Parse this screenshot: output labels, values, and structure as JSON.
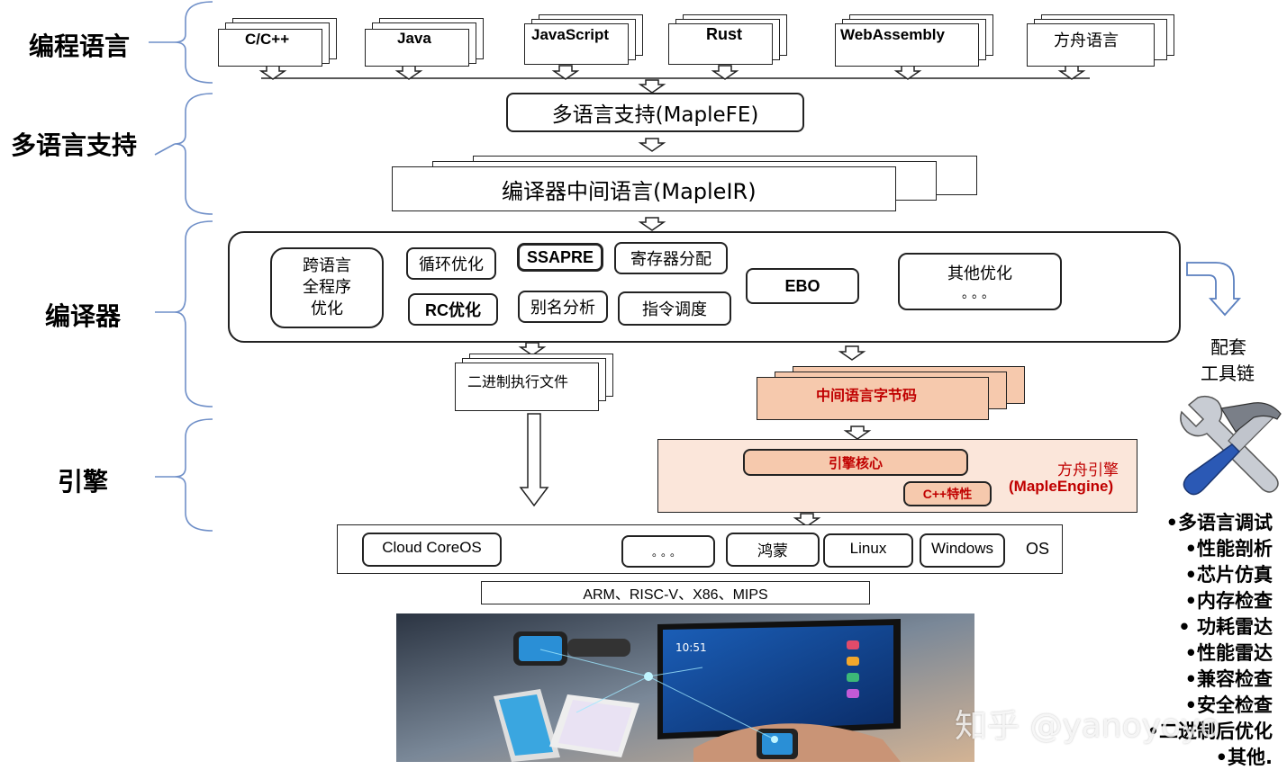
{
  "layers": {
    "languages": "编程语言",
    "multilang": "多语言支持",
    "compiler": "编译器",
    "engine": "引擎"
  },
  "languages": [
    "C/C++",
    "Java",
    "JavaScript",
    "Rust",
    "WebAssembly",
    "方舟语言"
  ],
  "frontend": "多语言支持(MapleFE)",
  "ir": "编译器中间语言(MapleIR)",
  "optimizations": {
    "cross_lang": "跨语言\n全程序\n优化",
    "loop": "循环优化",
    "ssapre": "SSAPRE",
    "regalloc": "寄存器分配",
    "ebo": "EBO",
    "other": "其他优化",
    "other_dots": "。。。",
    "rc": "RC优化",
    "alias": "别名分析",
    "sched": "指令调度"
  },
  "binary": "二进制执行文件",
  "bytecode": "中间语言字节码",
  "engine": {
    "core": "引擎核心",
    "cpp": "C++特性",
    "title": "方舟引擎",
    "subtitle": "(MapleEngine)"
  },
  "os": {
    "items": [
      "Cloud CoreOS",
      "。。。",
      "鸿蒙",
      "Linux",
      "Windows"
    ],
    "label": "OS"
  },
  "arch": "ARM、RISC-V、X86、MIPS",
  "toolchain": {
    "title_line1": "配套",
    "title_line2": "工具链",
    "items": [
      "•多语言调试",
      "•性能剖析",
      "•芯片仿真",
      "•内存检查",
      "• 功耗雷达",
      "•性能雷达",
      "•兼容检查",
      "•安全检查",
      "•二进制后优化",
      "•其他."
    ]
  },
  "watermark": "知乎 @yanoyoyo",
  "colors": {
    "bytecode_fill": "#f6c9ad",
    "engine_fill": "#fbe6da",
    "engine_text": "#c00000",
    "brace": "#5a7fbf"
  }
}
